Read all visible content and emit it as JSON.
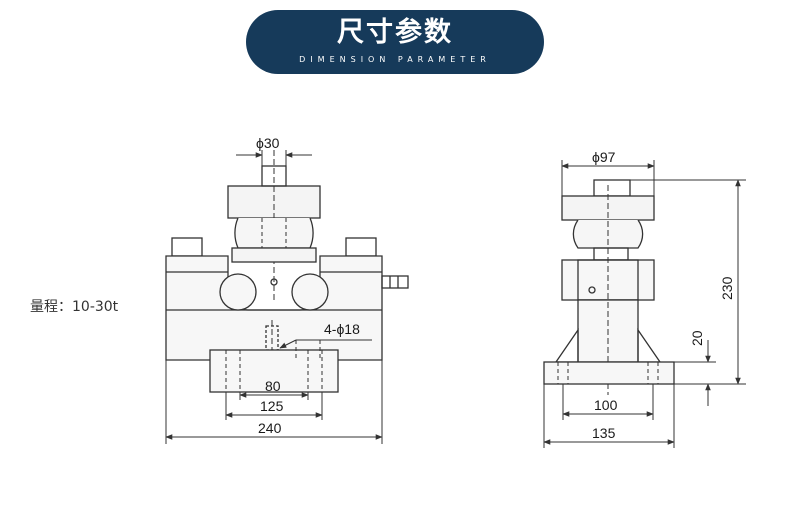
{
  "banner": {
    "title": "尺寸参数",
    "subtitle": "DIMENSION PARAMETER"
  },
  "range_label": "量程：10-30t",
  "dimensions": {
    "front": {
      "pin_diameter": "ϕ30",
      "holes": "4-ϕ18",
      "inner_width": "80",
      "hole_spacing": "125",
      "total_width": "240"
    },
    "side": {
      "top_diameter": "ϕ97",
      "total_height": "230",
      "base_thickness": "20",
      "hole_spacing": "100",
      "base_width": "135"
    }
  },
  "colors": {
    "banner_bg": "#163a5a",
    "banner_text": "#ffffff",
    "line": "#333333"
  }
}
